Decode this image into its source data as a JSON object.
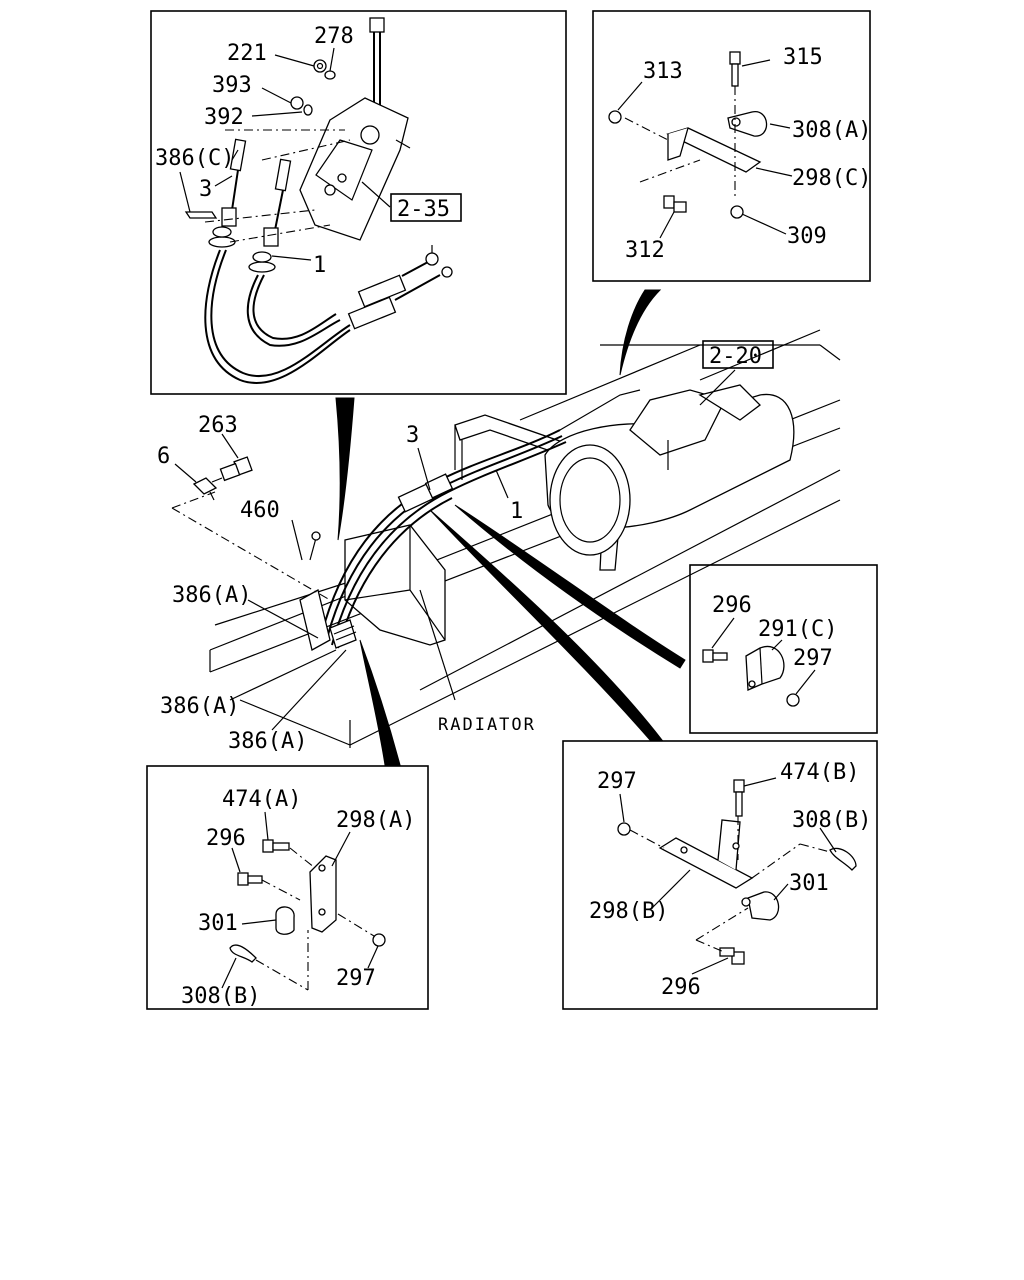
{
  "panels": {
    "shifter": {
      "labels": [
        "221",
        "278",
        "393",
        "392",
        "386(C)",
        "3",
        "1"
      ],
      "ref": "2-35"
    },
    "top_right": {
      "labels": [
        "313",
        "315",
        "308(A)",
        "298(C)",
        "312",
        "309"
      ]
    },
    "main": {
      "labels": [
        "263",
        "6",
        "460",
        "3",
        "1",
        "386(A)",
        "386(A)",
        "386(A)"
      ],
      "ref": "2-20",
      "radiator": "RADIATOR"
    },
    "mid_right": {
      "labels": [
        "296",
        "291(C)",
        "297"
      ]
    },
    "bottom_left": {
      "labels": [
        "474(A)",
        "296",
        "298(A)",
        "301",
        "297",
        "308(B)"
      ]
    },
    "bottom_right": {
      "labels": [
        "297",
        "474(B)",
        "308(B)",
        "301",
        "298(B)",
        "296"
      ]
    }
  }
}
